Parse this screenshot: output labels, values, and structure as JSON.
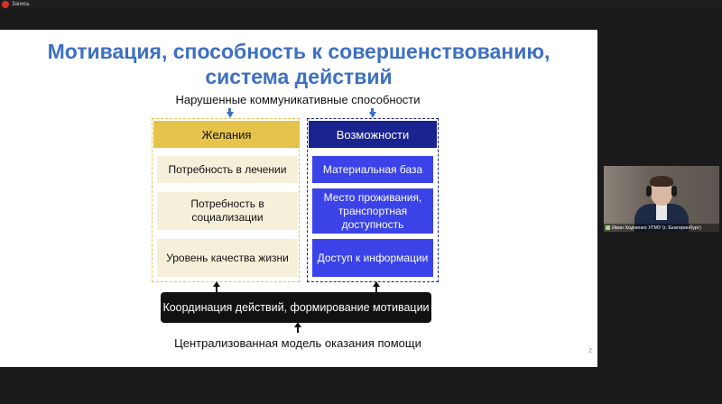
{
  "recording": {
    "label": "Запись"
  },
  "slide": {
    "title": "Мотивация, способность к совершенствованию, система действий",
    "subtitle": "Нарушенные коммуникативные способности",
    "left_column": {
      "header": "Желания",
      "items": [
        "Потребность в лечении",
        "Потребность в социализации",
        "Уровень качества жизни"
      ]
    },
    "right_column": {
      "header": "Возможности",
      "items": [
        "Материальная база",
        "Место проживания, транспортная доступность",
        "Доступ к информации"
      ]
    },
    "coordination": "Координация действий, формирование мотивации",
    "bottom_label": "Централизованная модель оказания помощи",
    "page_number": "2",
    "colors": {
      "title": "#3d70c2",
      "left": "#e6c34a",
      "right": "#1a238f",
      "right_cells": "#3b43e8"
    }
  },
  "participant": {
    "name": "Иван Ходченко УГМУ (г. Екатеринбург)"
  }
}
